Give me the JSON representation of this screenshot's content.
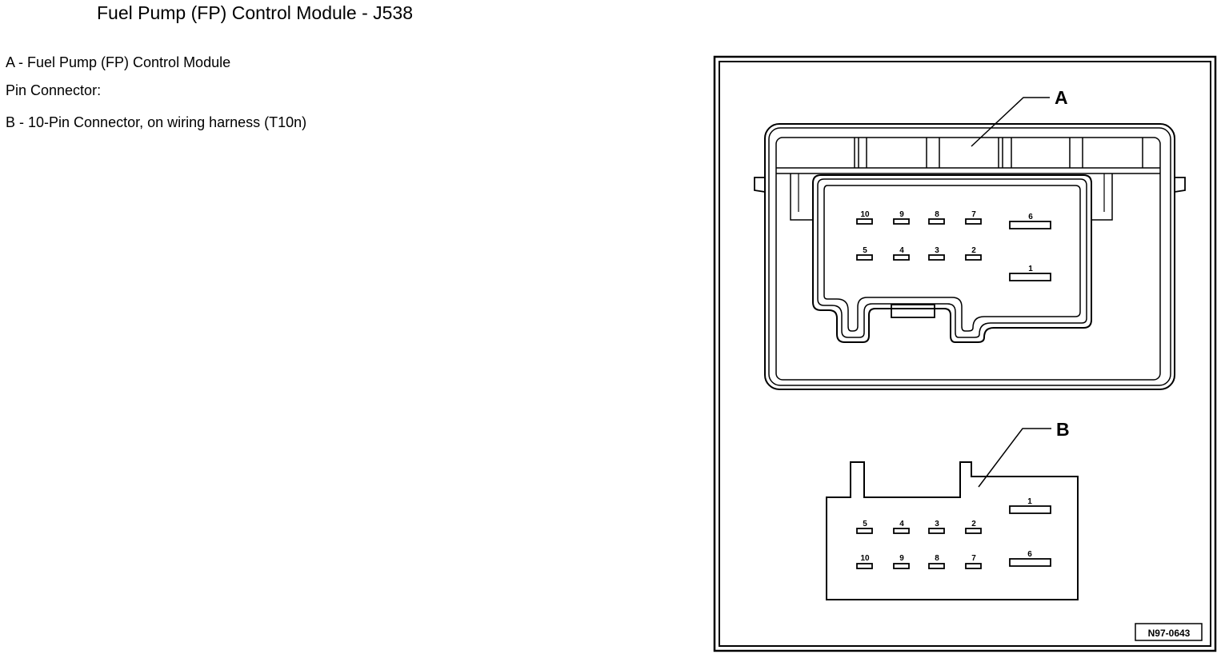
{
  "page": {
    "title": "Fuel Pump (FP) Control Module - J538",
    "legend": {
      "a": "A - Fuel Pump (FP) Control Module",
      "pin_connector": "Pin Connector:",
      "b": "B - 10-Pin Connector, on wiring harness (T10n)"
    }
  },
  "diagram": {
    "callout_a": "A",
    "callout_b": "B",
    "figure_id": "N97-0643",
    "module_a_pins": [
      "10",
      "9",
      "8",
      "7",
      "6",
      "5",
      "4",
      "3",
      "2",
      "1"
    ],
    "connector_b_pins": [
      "1",
      "5",
      "4",
      "3",
      "2",
      "10",
      "9",
      "8",
      "7",
      "6"
    ]
  }
}
